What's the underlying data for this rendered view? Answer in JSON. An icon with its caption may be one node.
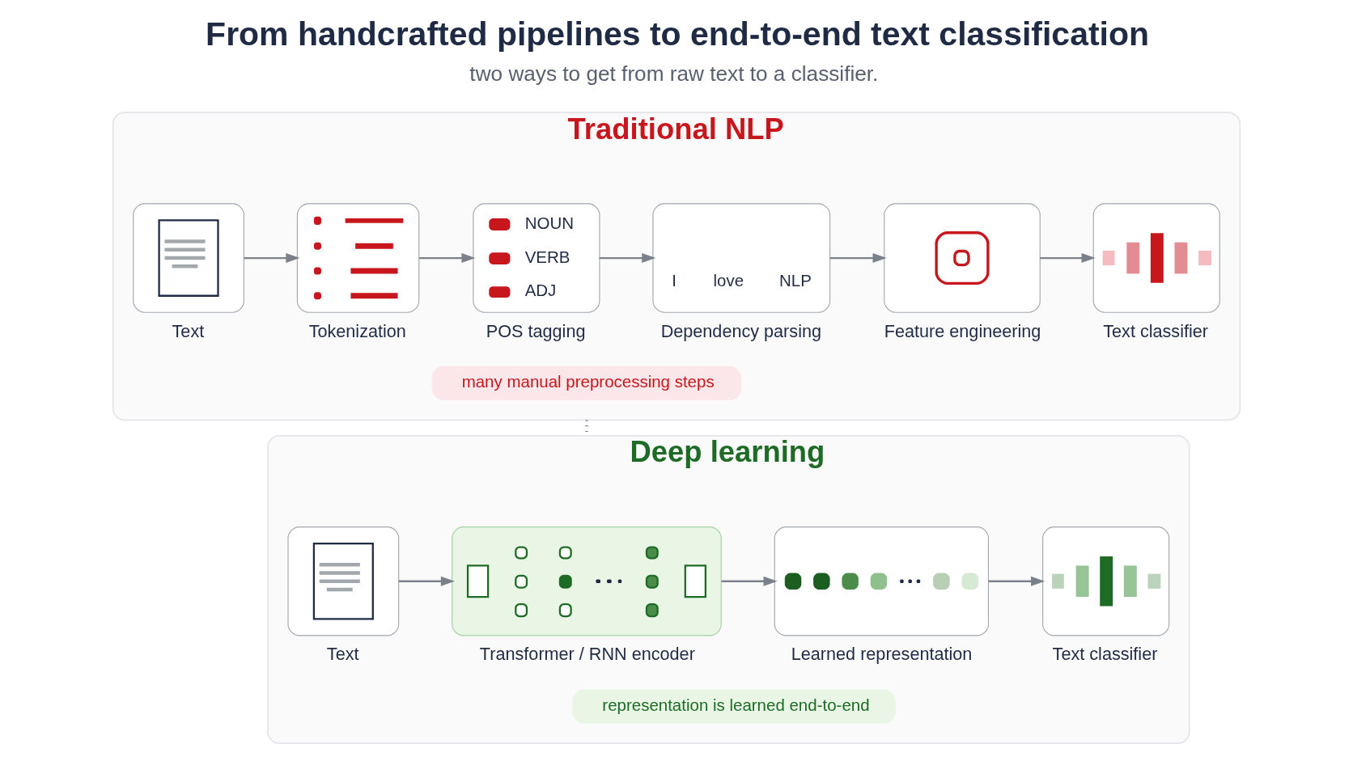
{
  "diagram": {
    "title": "From handcrafted pipelines to end-to-end text classification",
    "caption": "two ways to get from raw text to a classifier.",
    "nodes": [
      {
        "text": [
          "Traditional NLP"
        ]
      },
      {
        "text": [],
        "shape": "picture",
        "beside": [
          "Text"
        ],
        "in": 0
      },
      {
        "text": [],
        "shape": "picture",
        "beside": [
          "Tokenization"
        ],
        "in": 0
      },
      {
        "text": [
          "NOUN",
          "VERB",
          "ADJ"
        ],
        "beside": [
          "POS tagging"
        ],
        "in": 0
      },
      {
        "text": [
          "I",
          "love",
          "NLP"
        ],
        "beside": [
          "Dependency parsing"
        ],
        "in": 0
      },
      {
        "text": [],
        "shape": "picture",
        "beside": [
          "Feature engineering"
        ],
        "in": 0
      },
      {
        "text": [],
        "shape": "picture",
        "beside": [
          "Text classifier"
        ],
        "in": 0
      },
      {
        "text": [
          "many manual preprocessing steps"
        ],
        "in": 0
      },
      {
        "text": [
          "Deep learning"
        ]
      },
      {
        "text": [],
        "shape": "picture",
        "beside": [
          "Text"
        ],
        "in": 8
      },
      {
        "text": [],
        "shape": "picture",
        "beside": [
          "Transformer / RNN encoder"
        ],
        "in": 8
      },
      {
        "text": [],
        "shape": "picture",
        "beside": [
          "Learned representation"
        ],
        "in": 8
      },
      {
        "text": [],
        "shape": "picture",
        "beside": [
          "Text classifier"
        ],
        "in": 8
      },
      {
        "text": [
          "representation is learned end-to-end"
        ],
        "in": 8
      }
    ],
    "edges": [
      {
        "from": 1,
        "to": 2,
        "arrow": "to"
      },
      {
        "from": 2,
        "to": 3,
        "arrow": "to"
      },
      {
        "from": 3,
        "to": 4,
        "arrow": "to"
      },
      {
        "from": 4,
        "to": 5,
        "arrow": "to"
      },
      {
        "from": 5,
        "to": 6,
        "arrow": "to"
      },
      {
        "from": 0,
        "to": 8,
        "arrow": "none",
        "style": "dashed"
      },
      {
        "from": 9,
        "to": 10,
        "arrow": "to"
      },
      {
        "from": 10,
        "to": 11,
        "arrow": "to"
      },
      {
        "from": 11,
        "to": 12,
        "arrow": "to"
      }
    ]
  }
}
